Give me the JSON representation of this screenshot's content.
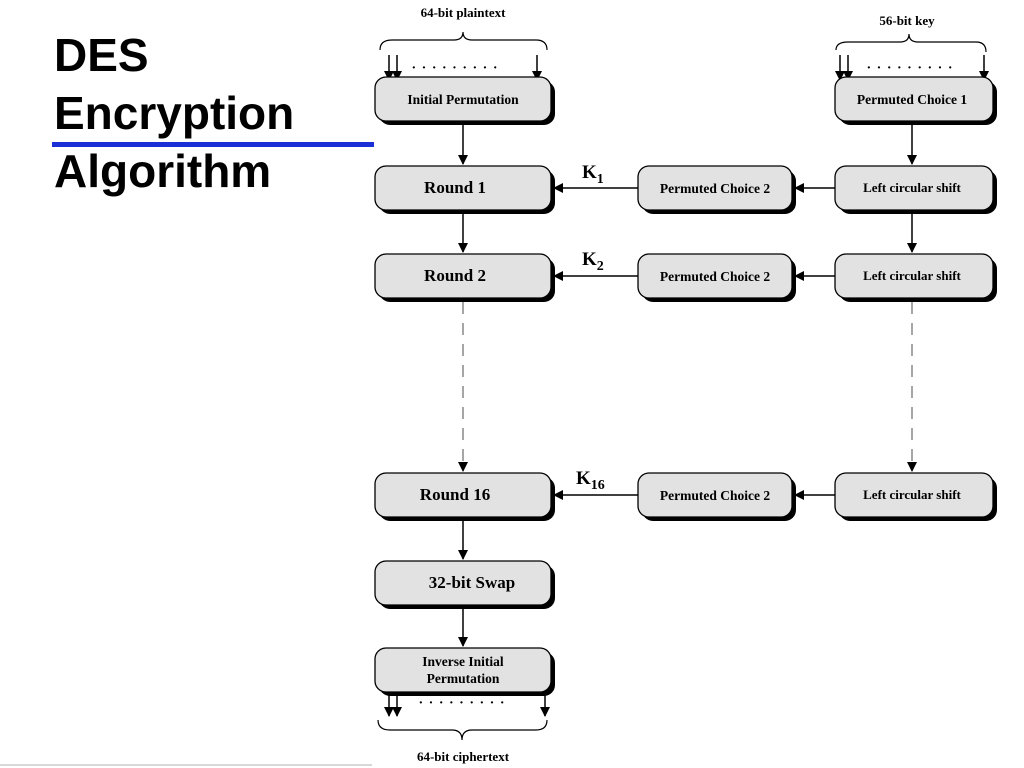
{
  "title": {
    "line1": "DES",
    "line2": "Encryption",
    "line3": "Algorithm"
  },
  "diagram": {
    "plaintext_label": "64-bit plaintext",
    "key_label": "56-bit key",
    "ciphertext_label": "64-bit ciphertext",
    "dots": "· · · · · · · · ·",
    "initial_permutation": "Initial Permutation",
    "permuted_choice_1": "Permuted Choice 1",
    "rounds": [
      {
        "label": "Round 1",
        "key_base": "K",
        "key_sub": "1",
        "pc2": "Permuted Choice 2",
        "shift": "Left circular shift"
      },
      {
        "label": "Round 2",
        "key_base": "K",
        "key_sub": "2",
        "pc2": "Permuted Choice 2",
        "shift": "Left circular shift"
      },
      {
        "label": "Round 16",
        "key_base": "K",
        "key_sub": "16",
        "pc2": "Permuted Choice 2",
        "shift": "Left circular shift"
      }
    ],
    "swap": "32-bit Swap",
    "inverse_line1": "Inverse Initial",
    "inverse_line2": "Permutation"
  },
  "colors": {
    "box_fill": "#e2e2e2",
    "box_shadow": "#000000",
    "title_rule": "#1a2fd6"
  }
}
